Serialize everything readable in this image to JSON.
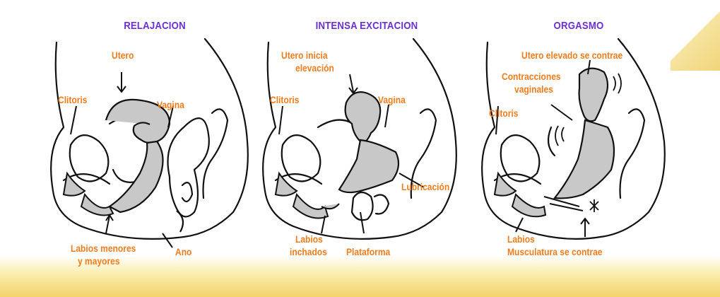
{
  "colors": {
    "title": "#6b2fd3",
    "label": "#f07c1c",
    "organ_fill": "#c8c8c8",
    "outline": "#111111"
  },
  "panels": [
    {
      "title": "RELAJACION",
      "labels": {
        "utero": "Utero",
        "clitoris": "Clitoris",
        "vagina": "Vagina",
        "labios_line1": "Labios menores",
        "labios_line2": "y mayores",
        "ano": "Ano"
      }
    },
    {
      "title": "INTENSA EXCITACION",
      "labels": {
        "utero_line1": "Utero inicia",
        "utero_line2": "elevación",
        "clitoris": "Clitoris",
        "vagina": "Vagina",
        "lubricacion": "Lubricación",
        "labios_line1": "Labios",
        "labios_line2": "inchados",
        "plataforma": "Plataforma"
      }
    },
    {
      "title": "ORGASMO",
      "labels": {
        "utero": "Utero elevado se contrae",
        "contracciones_line1": "Contracciones",
        "contracciones_line2": "vaginales",
        "clitoris": "Clitoris",
        "labios": "Labios",
        "musculatura": "Musculatura se contrae"
      }
    }
  ]
}
